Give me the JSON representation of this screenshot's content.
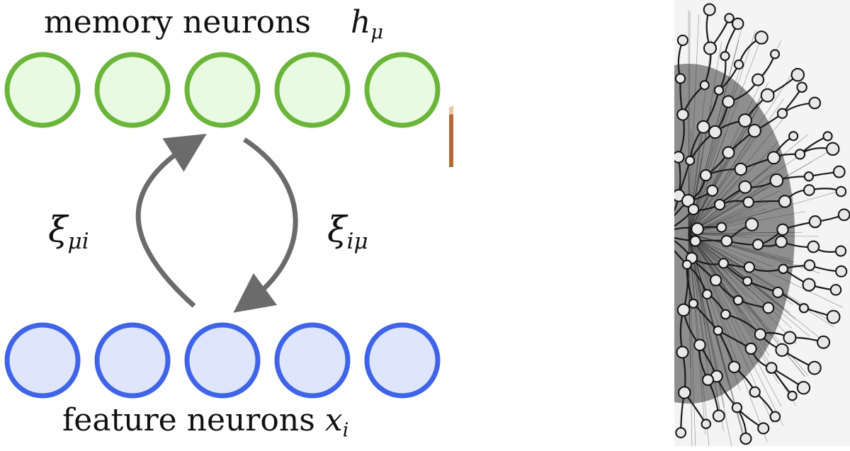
{
  "top_row": {
    "text": "memory neurons",
    "symbol": "h",
    "subscript": "μ",
    "neuron_count": 5,
    "fill": "#e8fbe2",
    "stroke": "#6ab53a"
  },
  "bottom_row": {
    "text": "feature neurons",
    "symbol": "x",
    "subscript": "i",
    "neuron_count": 5,
    "fill": "#dfe5fb",
    "stroke": "#3f64e8"
  },
  "connections": {
    "up": {
      "symbol": "ξ",
      "subscript": "μi"
    },
    "down": {
      "symbol": "ξ",
      "subscript": "iμ"
    },
    "arrow_color": "#6b6b6b"
  },
  "wood_strip_color": "#b06a35"
}
